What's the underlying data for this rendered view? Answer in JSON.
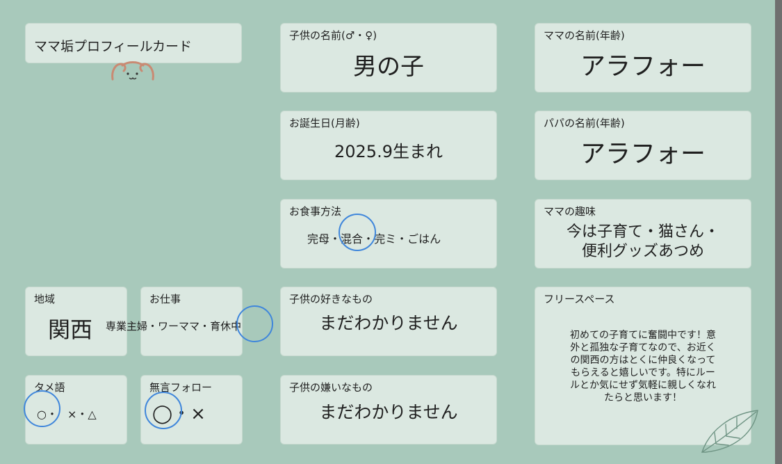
{
  "title": "ママ垢プロフィールカード",
  "child_name": {
    "label": "子供の名前(♂・♀)",
    "value": "男の子"
  },
  "birthday": {
    "label": "お誕生日(月齢)",
    "value": "2025.9生まれ"
  },
  "feeding": {
    "label": "お食事方法",
    "options": [
      "完母",
      "混合",
      "完ミ",
      "ごはん"
    ],
    "separator": "・",
    "selected": "混合"
  },
  "likes": {
    "label": "子供の好きなもの",
    "value": "まだわかりません"
  },
  "dislikes": {
    "label": "子供の嫌いなもの",
    "value": "まだわかりません"
  },
  "mama_name": {
    "label": "ママの名前(年齢)",
    "value": "アラフォー"
  },
  "papa_name": {
    "label": "パパの名前(年齢)",
    "value": "アラフォー"
  },
  "hobby": {
    "label": "ママの趣味",
    "lines": [
      "今は子育て・猫さん・",
      "便利グッズあつめ"
    ]
  },
  "free_space": {
    "label": "フリースペース",
    "lines": [
      "初めての子育てに奮闘中です！意",
      "外と孤独な子育てなので、お近く",
      "の関西の方はとくに仲良くなって",
      "もらえると嬉しいです。特にルー",
      "ルとか気にせず気軽に親しくなれ",
      "たらと思います！"
    ]
  },
  "region": {
    "label": "地域",
    "value": "関西"
  },
  "work": {
    "label": "お仕事",
    "options": [
      "専業主婦",
      "ワーママ",
      "育休中"
    ],
    "separator": "・",
    "selected": "育休中"
  },
  "tameguchi": {
    "label": "タメ語",
    "options": [
      "○",
      "×",
      "△"
    ],
    "separator": "・",
    "selected": "○"
  },
  "silent_follow": {
    "label": "無言フォロー",
    "options": [
      "◯",
      "×"
    ],
    "separator": "・",
    "selected": "◯"
  },
  "colors": {
    "background": "#a8c9bb",
    "card": "#dbe8e1",
    "circle": "#3f86db",
    "bear": "#c98a73"
  },
  "decorations": [
    "bear-icon",
    "leaf-icon"
  ]
}
